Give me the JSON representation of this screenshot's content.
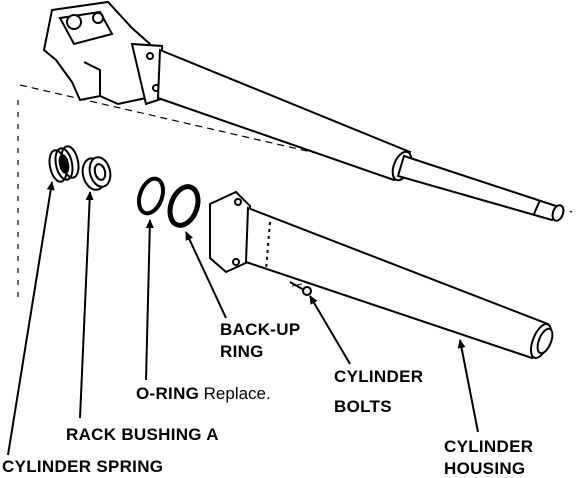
{
  "diagram": {
    "labels": {
      "back_up_ring_line1": "BACK-UP",
      "back_up_ring_line2": "RING",
      "o_ring": "O-RING",
      "o_ring_note": "Replace.",
      "cylinder_bolts_line1": "CYLINDER",
      "cylinder_bolts_line2": "BOLTS",
      "rack_bushing": "RACK BUSHING A",
      "cylinder_spring": "CYLINDER SPRING",
      "cylinder_housing_line1": "CYLINDER",
      "cylinder_housing_line2": "HOUSING"
    }
  }
}
